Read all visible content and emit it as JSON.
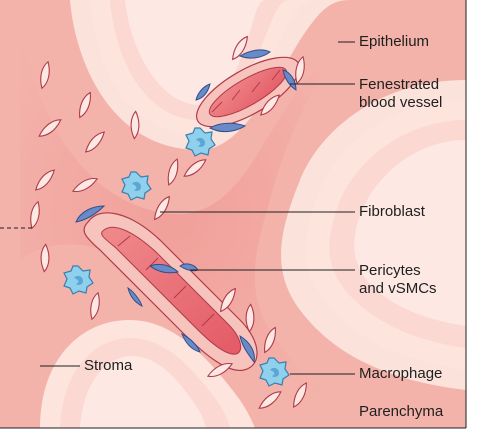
{
  "labels": {
    "epithelium": "Epithelium",
    "fenestrated_line1": "Fenestrated",
    "fenestrated_line2": "blood vessel",
    "fibroblast": "Fibroblast",
    "pericytes_line1": "Pericytes",
    "pericytes_line2": "and vSMCs",
    "stroma": "Stroma",
    "macrophage": "Macrophage",
    "parenchyma": "Parenchyma"
  },
  "colors": {
    "background": "#fbe3dc",
    "stroma_outer": "#f2a9a2",
    "stroma_inner": "#ee8e8a",
    "vessel_wall": "#f7c4bd",
    "vessel_lumen": "#e8646c",
    "pericyte": "#6a8ac7",
    "macrophage": "#8fd0ec",
    "fibroblast": "#fde8e3",
    "line": "#1f1f1f"
  }
}
